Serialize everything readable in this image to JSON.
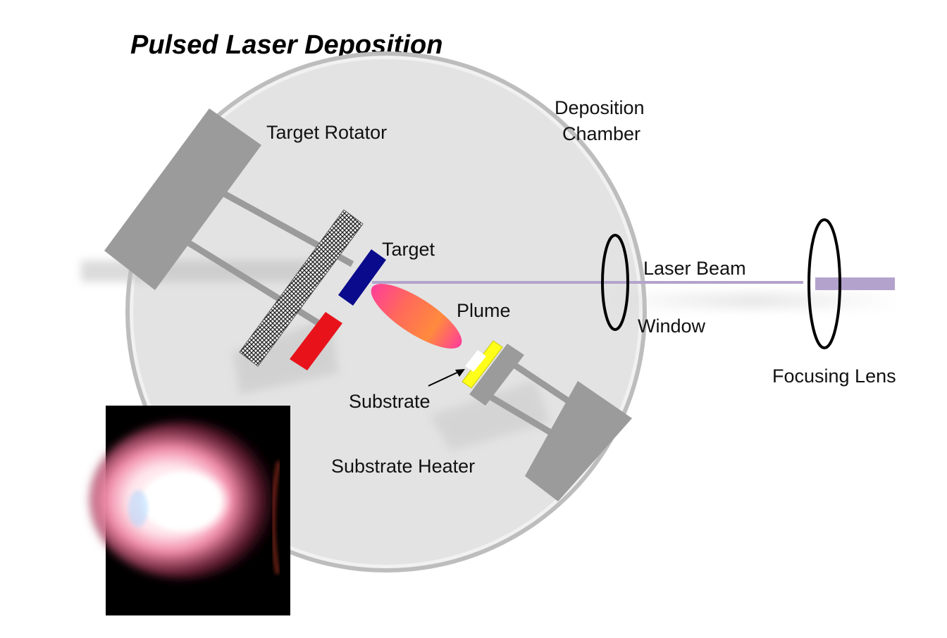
{
  "title": "Pulsed Laser Deposition",
  "labels": {
    "chamber_line1": "Deposition",
    "chamber_line2": "Chamber",
    "target_rotator": "Target Rotator",
    "target": "Target",
    "plume": "Plume",
    "laser_beam": "Laser Beam",
    "window": "Window",
    "focusing_lens": "Focusing Lens",
    "substrate": "Substrate",
    "substrate_heater": "Substrate Heater"
  },
  "colors": {
    "chamber_fill": "#e3e3e3",
    "chamber_rim": "#b8b8b8",
    "hardware_gray": "#9b9b9b",
    "target_blue": "#0a0a8c",
    "second_target_red": "#e8121b",
    "substrate_yellow": "#ffff1a",
    "laser_lavender": "#b3a3cc",
    "plume_orange": "#ff8a3d",
    "plume_pink": "#ff3f97"
  },
  "inset_photo": {
    "description_icon": "plasma-plume-photo"
  }
}
